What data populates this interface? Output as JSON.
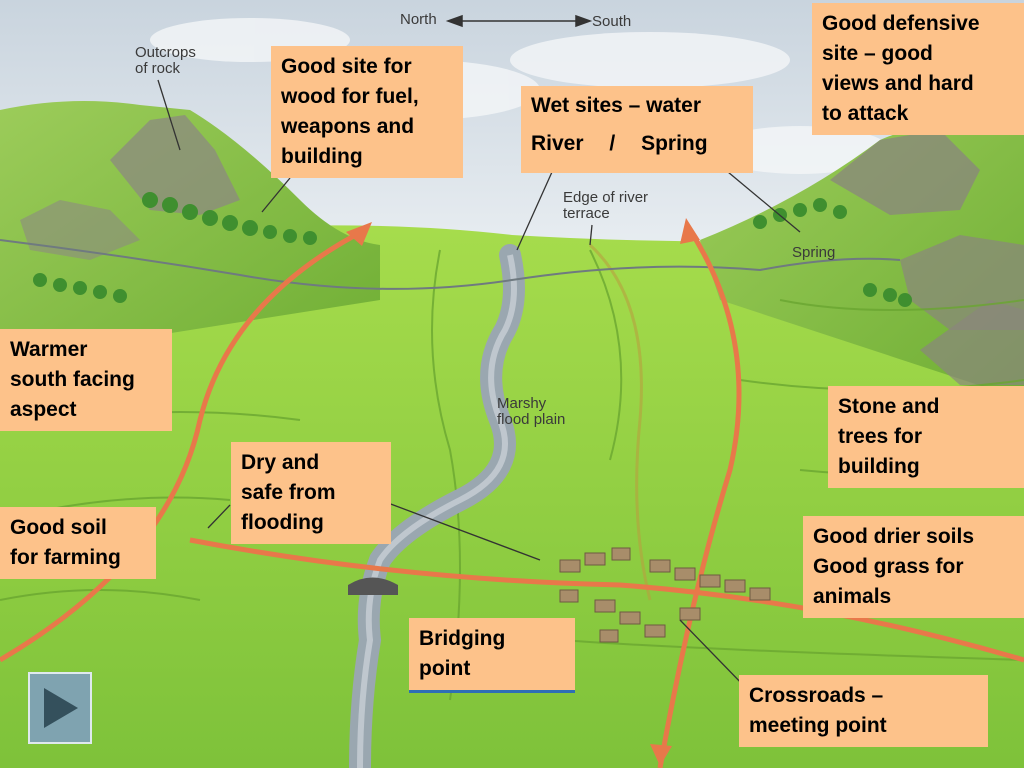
{
  "illustration_labels": {
    "compass_north": "North",
    "compass_south": "South",
    "outcrops": "Outcrops\nof rock",
    "edge_terrace": "Edge of river\nterrace",
    "spring": "Spring",
    "marshy": "Marshy\nflood plain"
  },
  "callouts": {
    "wood": "Good site for\nwood for fuel,\nweapons and\nbuilding",
    "wet_title": "Wet sites – water",
    "wet_river": "River",
    "wet_sep": "/",
    "wet_spring": "Spring",
    "defensive": "Good defensive\nsite – good\nviews and hard\nto attack",
    "warmer": "Warmer\nsouth facing\naspect",
    "dry": "Dry and\nsafe from\nflooding",
    "stone": "Stone and\ntrees for\nbuilding",
    "soil": "Good soil\nfor farming",
    "drier": "Good drier soils\nGood grass for\nanimals",
    "bridging": "Bridging\npoint",
    "crossroads": "Crossroads –\nmeeting point"
  },
  "colors": {
    "callout_fill": "#fdc28a",
    "road": "#e8784a",
    "river": "#9aa7b0",
    "grass": "#8fcf3c",
    "sky": "#dfe6ee"
  },
  "nav_icon": "play-triangle-icon"
}
